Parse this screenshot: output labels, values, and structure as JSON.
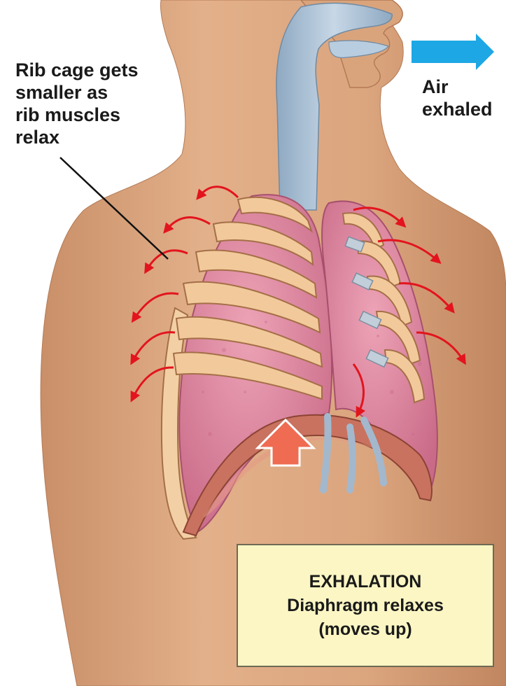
{
  "labels": {
    "rib_cage": [
      "Rib cage gets",
      "smaller as",
      "rib muscles",
      "relax"
    ],
    "air": [
      "Air",
      "exhaled"
    ]
  },
  "caption": {
    "title": "EXHALATION",
    "line1": "Diaphragm relaxes",
    "line2": "(moves up)"
  },
  "colors": {
    "skin": "#d9a47c",
    "lung": "#dd8aa3",
    "rib": "#f2c99b",
    "trachea": "#a9bfd4",
    "arrow_red": "#e3141d",
    "air_arrow": "#1da7e4",
    "up_arrow": "#ef6c52",
    "caption_bg": "#fbf6c4"
  },
  "icons": {
    "air_arrow": "arrow-right-icon",
    "diaphragm_arrow": "arrow-up-icon",
    "rib_arrows": "curved-arrow-icon"
  }
}
